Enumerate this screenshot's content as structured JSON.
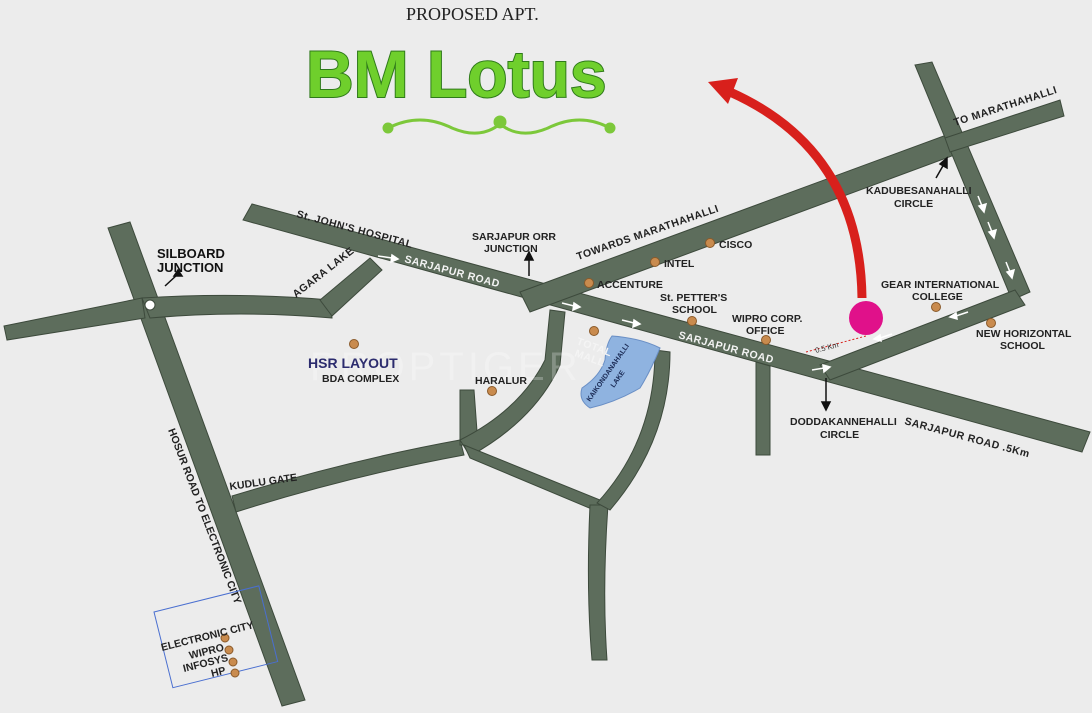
{
  "header": {
    "subtitle": "PROPOSED APT.",
    "title": "BM Lotus"
  },
  "watermark": "PROPTIGER",
  "roads": {
    "sarjapur_road_1": "SARJAPUR ROAD",
    "sarjapur_road_2": "SARJAPUR ROAD",
    "sarjapur_road_3": "SARJAPUR ROAD .5Km",
    "st_johns": "St. JOHN'S HOSPITAL",
    "towards_marathahalli": "TOWARDS MARATHAHALLI",
    "to_marathahalli": "TO MARATHAHALLI",
    "agara_lake": "AGARA LAKE",
    "kudlu_gate": "KUDLU GATE",
    "hosur_road": "HOSUR ROAD TO ELECTRONIC CITY",
    "total_mall": [
      "TOTAL",
      "MALL"
    ],
    "distance": "0.5 Km"
  },
  "places": {
    "silboard": [
      "SILBOARD",
      "JUNCTION"
    ],
    "hsr": "HSR LAYOUT",
    "bda": "BDA COMPLEX",
    "haralur": "HARALUR",
    "sarjapur_orr": [
      "SARJAPUR ORR",
      "JUNCTION"
    ],
    "accenture": "ACCENTURE",
    "intel": "INTEL",
    "cisco": "CISCO",
    "st_petters": [
      "St. PETTER'S",
      "SCHOOL"
    ],
    "wipro_corp": [
      "WIPRO CORP.",
      "OFFICE"
    ],
    "kadubesanahalli": [
      "KADUBESANAHALLI",
      "CIRCLE"
    ],
    "gear_college": [
      "GEAR INTERNATIONAL",
      "COLLEGE"
    ],
    "new_horizontal": [
      "NEW HORIZONTAL",
      "SCHOOL"
    ],
    "doddakannehalli": [
      "DODDAKANNEHALLI",
      "CIRCLE"
    ],
    "lake": [
      "KAIKONDANAHALLI",
      "LAKE"
    ]
  },
  "legend_box": {
    "items": [
      "ELECTRONIC CITY",
      "WIPRO",
      "INFOSYS",
      "HP"
    ]
  },
  "colors": {
    "road": "#5d6d5c",
    "road_edge": "#3d4a3c",
    "marker": "#e0118a",
    "arrow": "#d8201c",
    "dot": "#c98b4e",
    "lake": "#8fb3e0",
    "title_green": "#6fcf2c"
  }
}
